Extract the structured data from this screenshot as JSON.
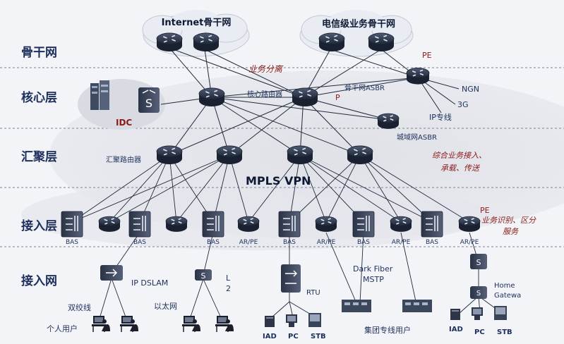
{
  "layers": {
    "backbone": "骨干网",
    "core": "核心层",
    "aggregation": "汇聚层",
    "access_layer": "接入层",
    "access_network": "接入网"
  },
  "clouds": {
    "internet": "Internet骨干网",
    "telecom": "电信级业务骨干网"
  },
  "labels": {
    "pe_top": "PE",
    "service_separation": "业务分离",
    "backbone_asbr": "骨干网ASBR",
    "core_router": "核心路由器",
    "p": "P",
    "ngn": "NGN",
    "three_g": "3G",
    "ip_line": "IP专线",
    "metro_asbr": "城域网ASBR",
    "idc": "IDC",
    "agg_router": "汇聚路由器",
    "mpls_vpn": "MPLS VPN",
    "integrated_access": "综合业务接入、",
    "integrated_carry": "承载、传送",
    "pe_bottom": "PE",
    "service_identify": "业务识别、区分",
    "service_serve": "服务",
    "ip_dslam": "IP DSLAM",
    "l2_letter": "L",
    "l2_digit": "2",
    "twisted_pair": "双绞线",
    "ethernet": "以太网",
    "individual_users": "个人用户",
    "rtu": "RTU",
    "iad_1": "IAD",
    "pc_1": "PC",
    "stb_1": "STB",
    "dark_fiber": "Dark Fiber",
    "mstp": "MSTP",
    "group_users": "集团专线用户",
    "home_gateway_1": "Home",
    "home_gateway_2": "Gatewa",
    "iad_2": "IAD",
    "pc_2": "PC",
    "stb_2": "STB"
  },
  "access_devices": [
    {
      "kind": "bas",
      "label": "BAS"
    },
    {
      "kind": "router",
      "label": ""
    },
    {
      "kind": "bas",
      "label": "BAS"
    },
    {
      "kind": "router",
      "label": ""
    },
    {
      "kind": "bas",
      "label": "BAS"
    },
    {
      "kind": "router",
      "label": "AR/PE"
    },
    {
      "kind": "bas",
      "label": "BAS"
    },
    {
      "kind": "router",
      "label": "AR/PE"
    },
    {
      "kind": "bas",
      "label": "BAS"
    },
    {
      "kind": "router",
      "label": "AR/PE"
    },
    {
      "kind": "bas",
      "label": "BAS"
    },
    {
      "kind": "router",
      "label": "AR/PE"
    }
  ],
  "colors": {
    "layer_text": "#1c2f5c",
    "accent_text": "#8a1a1a",
    "router_body": "#2e3a4f",
    "cloud": "#e8ecf4",
    "link": "#1f2a3c"
  }
}
